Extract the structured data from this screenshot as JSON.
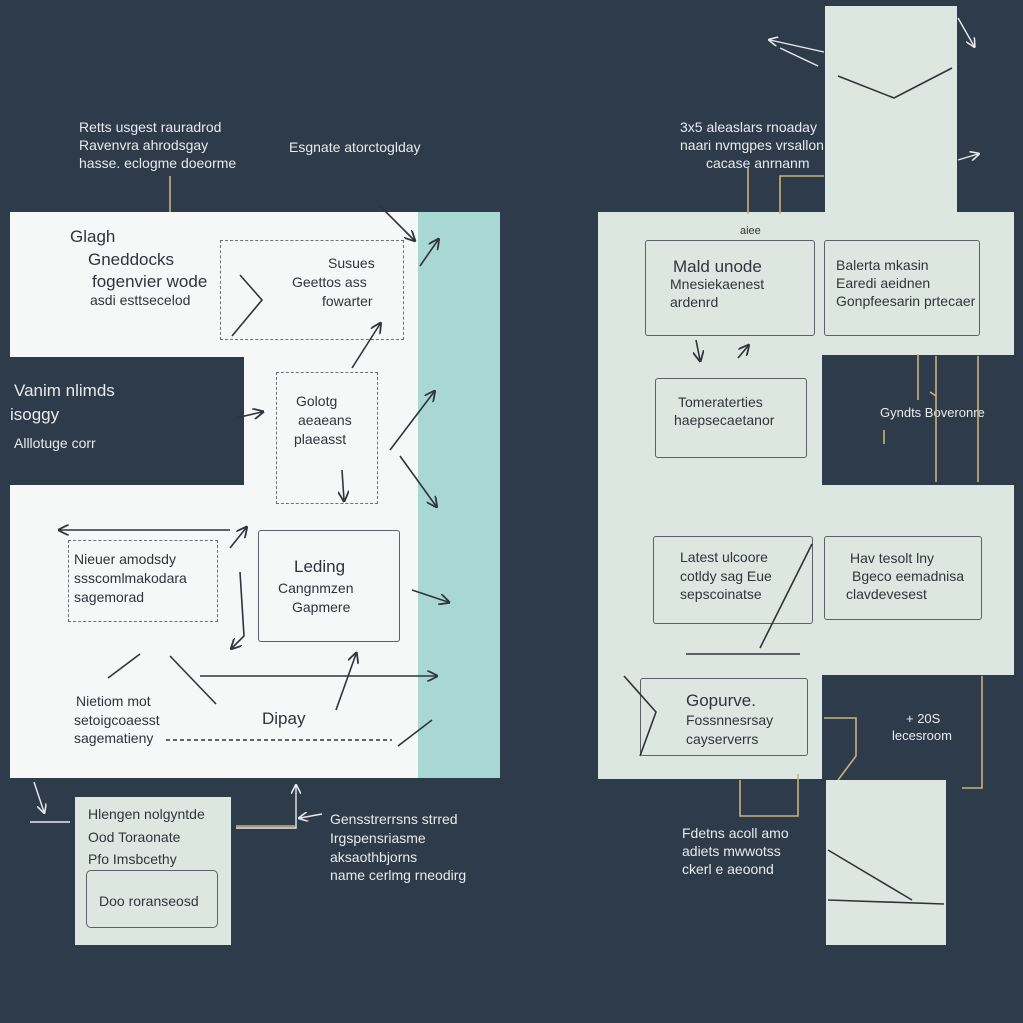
{
  "colors": {
    "background": "#2e3b4a",
    "panel_white": "#f6f8f7",
    "panel_mint": "#dde7e2",
    "panel_teal": "#a9d8d4",
    "connector_gold": "#c9b27a",
    "ink": "#2f343a"
  },
  "left": {
    "top_note": [
      "Retts usgest rauradrod",
      "Ravenvra ahrodsgay",
      "hasse. eclogme doeorme"
    ],
    "top_note2": "Esgnate atorctoglday",
    "header_block": {
      "title": "Glagh",
      "lines": [
        "Gneddocks",
        "fogenvier wode",
        "asdi esttsecelod"
      ]
    },
    "dashed_box_1": [
      "Susues",
      "Geettos ass",
      "fowarter"
    ],
    "side_label": [
      "Vanim nlimds",
      "isoggy"
    ],
    "side_sub": "Alllotuge corr",
    "dashed_box_2": [
      "Golotg",
      "aeaeans",
      "plaeasst"
    ],
    "left_box": [
      "Nieuer amodsdy",
      "ssscomlmakodara",
      "sagemorad"
    ],
    "center_box": [
      "Leding",
      "Cangnmzen",
      "Gapmere"
    ],
    "bottom_left_text": [
      "Nietiom mot",
      "setoigcoaesst",
      "sagematieny"
    ],
    "bottom_center_text": "Dipay",
    "card": {
      "lines": [
        "Hlengen nolgyntde",
        "Ood Toraonate",
        "Pfo Imsbcethy"
      ],
      "button": "Doo roranseosd"
    },
    "bottom_note": [
      "Gensstrerrsns strred",
      "Irgspensriasme",
      "aksaothbjorns",
      "name cerlmg rneodirg"
    ]
  },
  "right": {
    "top_note": [
      "3x5 aleaslars rnoaday",
      "naari nvmgpes vrsallon",
      "cacase anrnanm"
    ],
    "small_label": "aiee",
    "box_1": [
      "Mald unode",
      "Mnesiekaenest",
      "ardenrd"
    ],
    "box_2": [
      "Balerta mkasin",
      "Earedi aeidnen",
      "Gonpfeesarin prtecaer"
    ],
    "box_3": [
      "Tomeraterties",
      "haepsecaetanor"
    ],
    "side_label": "Gyndts Boveronre",
    "box_4": [
      "Latest ulcoore",
      "cotldy sag Eue",
      "sepscoinatse"
    ],
    "box_5": [
      "Hav tesolt lny",
      "Bgeco eemadnisa",
      "clavdevesest"
    ],
    "box_6": [
      "Gopurve.",
      "Fossnnesrsay",
      "cayserverrs"
    ],
    "side_label_2": [
      "+ 20S",
      "lecesroom"
    ],
    "bottom_note": [
      "Fdetns acoll amo",
      "adiets mwwotss",
      "ckerl e aeoond"
    ]
  }
}
